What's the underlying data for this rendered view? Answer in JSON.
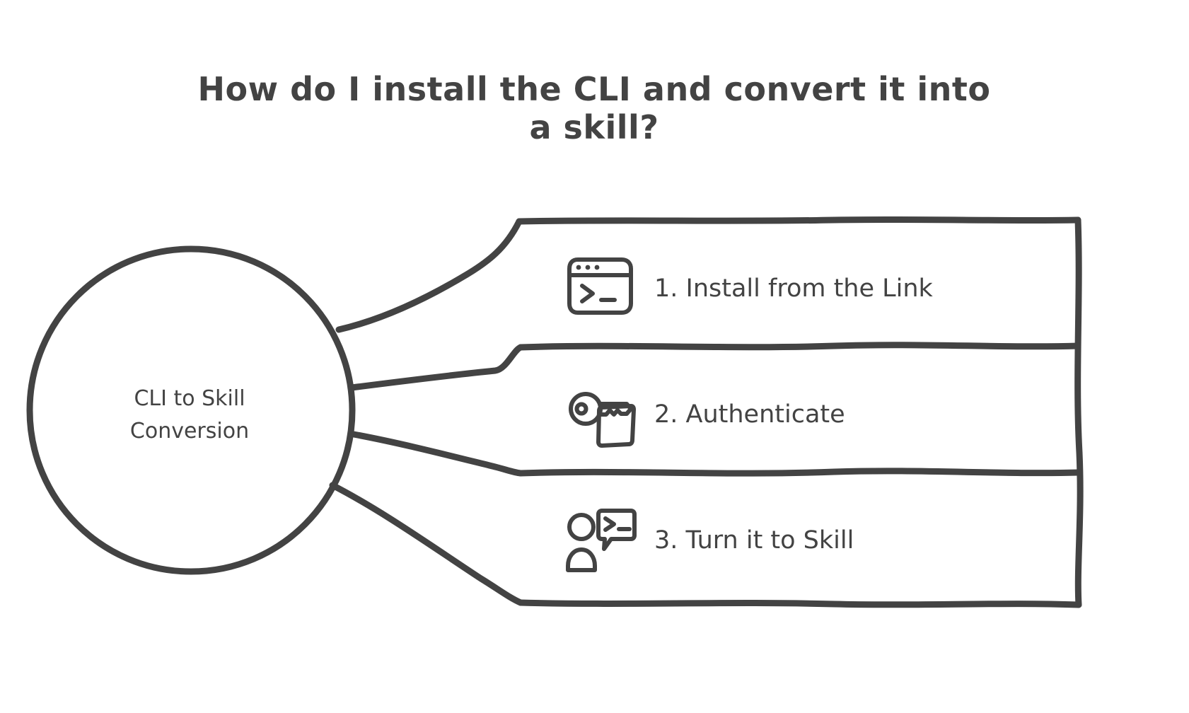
{
  "title": {
    "line1": "How do I install the CLI and convert it into",
    "line2": "a skill?"
  },
  "central_node": {
    "name": "central-node",
    "label_line1": "CLI to Skill",
    "label_line2": "Conversion",
    "shape": "circle"
  },
  "branches": [
    {
      "index": 1,
      "label": "1. Install from the Link",
      "icon": "terminal-window-icon",
      "icon_detail": "rounded window with three title-bar dots and a >_ prompt"
    },
    {
      "index": 2,
      "label": "2. Authenticate",
      "icon": "key-document-icon",
      "icon_detail": "key overlapping a vertical document card"
    },
    {
      "index": 3,
      "label": "3. Turn it to Skill",
      "icon": "person-terminal-bubble-icon",
      "icon_detail": "person beside a speech bubble containing >_"
    }
  ],
  "colors": {
    "ink": "#434343",
    "background": "#ffffff"
  },
  "style": {
    "sketch": "hand-drawn",
    "layout": "mind-map-bracket"
  }
}
